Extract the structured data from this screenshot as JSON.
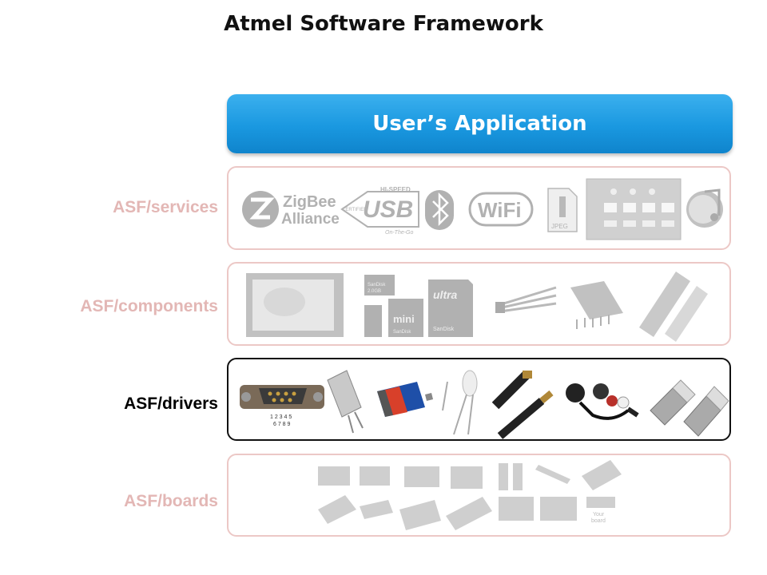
{
  "title": "Atmel Software Framework",
  "app_bar": {
    "label": "User’s Application",
    "color": "#1a98e0"
  },
  "layers": {
    "services": {
      "label": "ASF/services",
      "items": [
        {
          "icon": "zigbee-alliance-logo",
          "text_lines": [
            "ZigBee",
            "Alliance"
          ]
        },
        {
          "icon": "usb-logo",
          "text": "USB",
          "top_text": "HI-SPEED",
          "side_text": "CERTIFIED",
          "bottom_text": "On-The-Go"
        },
        {
          "icon": "bluetooth-icon"
        },
        {
          "icon": "wifi-logo",
          "text": "WiFi"
        },
        {
          "icon": "jpeg-file-icon",
          "text": "JPEG"
        },
        {
          "icon": "gui-screen-icon"
        },
        {
          "icon": "audio-note-icon"
        }
      ]
    },
    "components": {
      "label": "ASF/components",
      "items": [
        {
          "icon": "lcd-display-icon"
        },
        {
          "icon": "microsd-card-icon",
          "text": "2.0GB",
          "brand": "SanDisk"
        },
        {
          "icon": "minisd-card-icon",
          "text": "mini",
          "brand": "SanDisk"
        },
        {
          "icon": "sd-card-icon",
          "text": "ultra",
          "brand": "SanDisk"
        },
        {
          "icon": "audio-cable-icon"
        },
        {
          "icon": "dip-ic-icon"
        },
        {
          "icon": "led-display-icon"
        }
      ]
    },
    "drivers": {
      "label": "ASF/drivers",
      "items": [
        {
          "icon": "db9-serial-connector-icon",
          "pin_labels": "1 2 3 4 5",
          "pin_labels_2": "6 7 8 9"
        },
        {
          "icon": "crystal-oscillator-icon"
        },
        {
          "icon": "battery-icon"
        },
        {
          "icon": "led-icon"
        },
        {
          "icon": "usb-cable-icon"
        },
        {
          "icon": "xlr-cable-icon"
        },
        {
          "icon": "rj45-plug-icon"
        }
      ]
    },
    "boards": {
      "label": "ASF/boards",
      "items": [
        {
          "icon": "dev-board-icon"
        },
        {
          "icon": "your-board-icon",
          "text_lines": [
            "Your",
            "board"
          ]
        }
      ]
    }
  },
  "colors": {
    "faded_text": "#e3b7b5",
    "faded_border": "#ecc8c6",
    "active_border": "#111111"
  }
}
